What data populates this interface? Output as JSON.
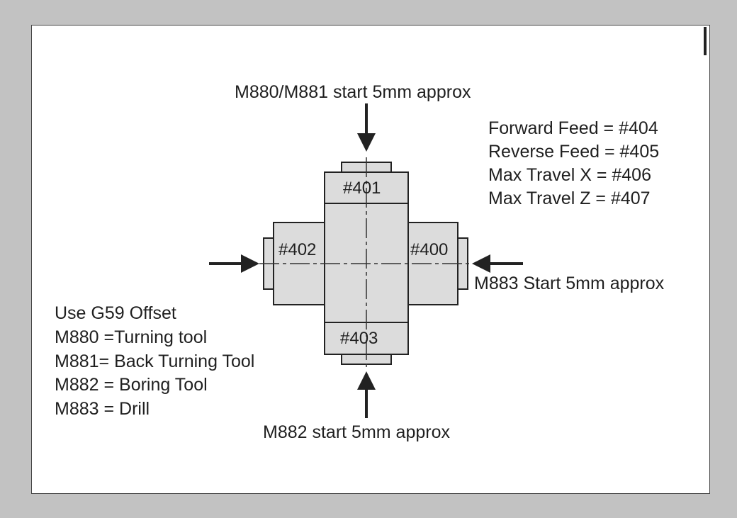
{
  "diagram": {
    "top_start_label": "M880/M881 start 5mm approx",
    "bottom_start_label": "M882 start 5mm approx",
    "right_start_label": "M883 Start 5mm approx",
    "feeds": [
      "Forward Feed = #404",
      "Reverse Feed = #405",
      "Max Travel X = #406",
      "Max Travel Z = #407"
    ],
    "tool_notes": [
      "Use G59 Offset",
      "M880 =Turning tool",
      "M881= Back Turning Tool",
      "M882 = Boring Tool",
      "M883 = Drill"
    ],
    "registers": {
      "top": "#401",
      "left": "#402",
      "right": "#400",
      "bottom": "#403"
    }
  }
}
